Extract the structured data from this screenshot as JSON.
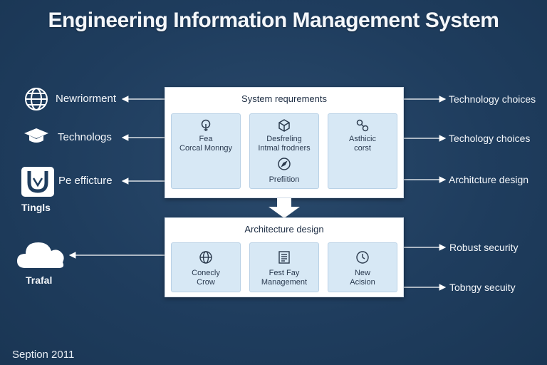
{
  "title": "Engineering Information Management System",
  "footer": "Seption 2011",
  "top_panel": {
    "title": "System requrements",
    "cards": [
      {
        "icon": "lightbulb-icon",
        "lines": [
          "Fea",
          "Corcal Monngy"
        ]
      },
      {
        "icon": "package-icon",
        "lines": [
          "Desfreling",
          "Intmal frodners"
        ],
        "sub_icon": "compass-icon",
        "sub_lines": [
          "Prefiition"
        ]
      },
      {
        "icon": "molecule-icon",
        "lines": [
          "Asthicic",
          "corst"
        ]
      }
    ]
  },
  "bottom_panel": {
    "title": "Architecture design",
    "cards": [
      {
        "icon": "globe-icon",
        "lines": [
          "Conecly",
          "Crow"
        ]
      },
      {
        "icon": "document-icon",
        "lines": [
          "Fest Fay",
          "Management"
        ]
      },
      {
        "icon": "clock-icon",
        "lines": [
          "New",
          "Acision"
        ]
      }
    ]
  },
  "left_items": [
    {
      "icon": "globe-icon",
      "label": "Newriorment"
    },
    {
      "icon": "graduation-cap-icon",
      "label": "Technologs"
    },
    {
      "icon": "magnet-icon",
      "label": "Pe efficture",
      "caption": "Tingls"
    },
    {
      "icon": "cloud-icon",
      "label": "",
      "caption": "Trafal"
    }
  ],
  "right_items": [
    {
      "label": "Technology choices"
    },
    {
      "label": "Techology choices"
    },
    {
      "label": "Architcture design"
    },
    {
      "label": "Robust security"
    },
    {
      "label": "Tobngy secuity"
    }
  ],
  "colors": {
    "background": "#1f3d5e",
    "panel": "#ffffff",
    "card": "#d7e8f5",
    "text_dark": "#1e2e44"
  }
}
